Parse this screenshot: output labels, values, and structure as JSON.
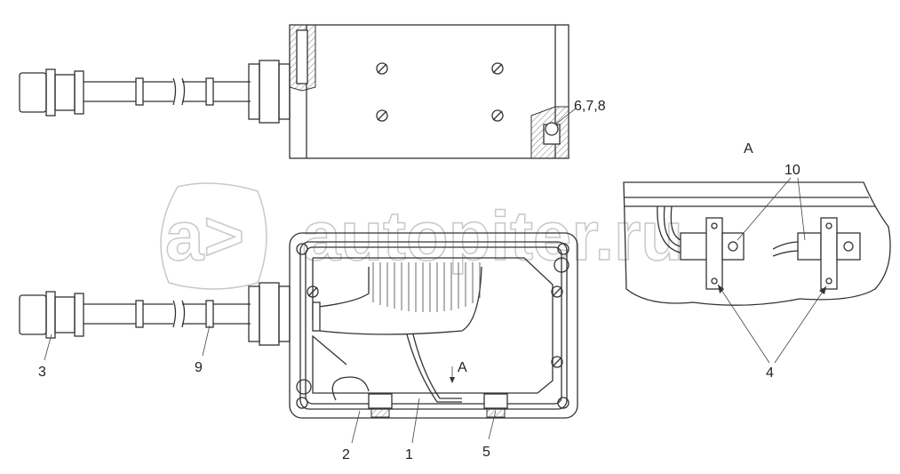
{
  "watermark": {
    "logo_text": "a>",
    "text": "autopiter.ru"
  },
  "labels": {
    "top_callout": "6,7,8",
    "detail_title": "A",
    "view_arrow": "A",
    "part_10": "10",
    "part_4": "4",
    "part_3": "3",
    "part_9": "9",
    "part_2": "2",
    "part_1": "1",
    "part_5": "5"
  },
  "colors": {
    "line": "#333333",
    "watermark": "#c8c8c8",
    "background": "#ffffff"
  }
}
